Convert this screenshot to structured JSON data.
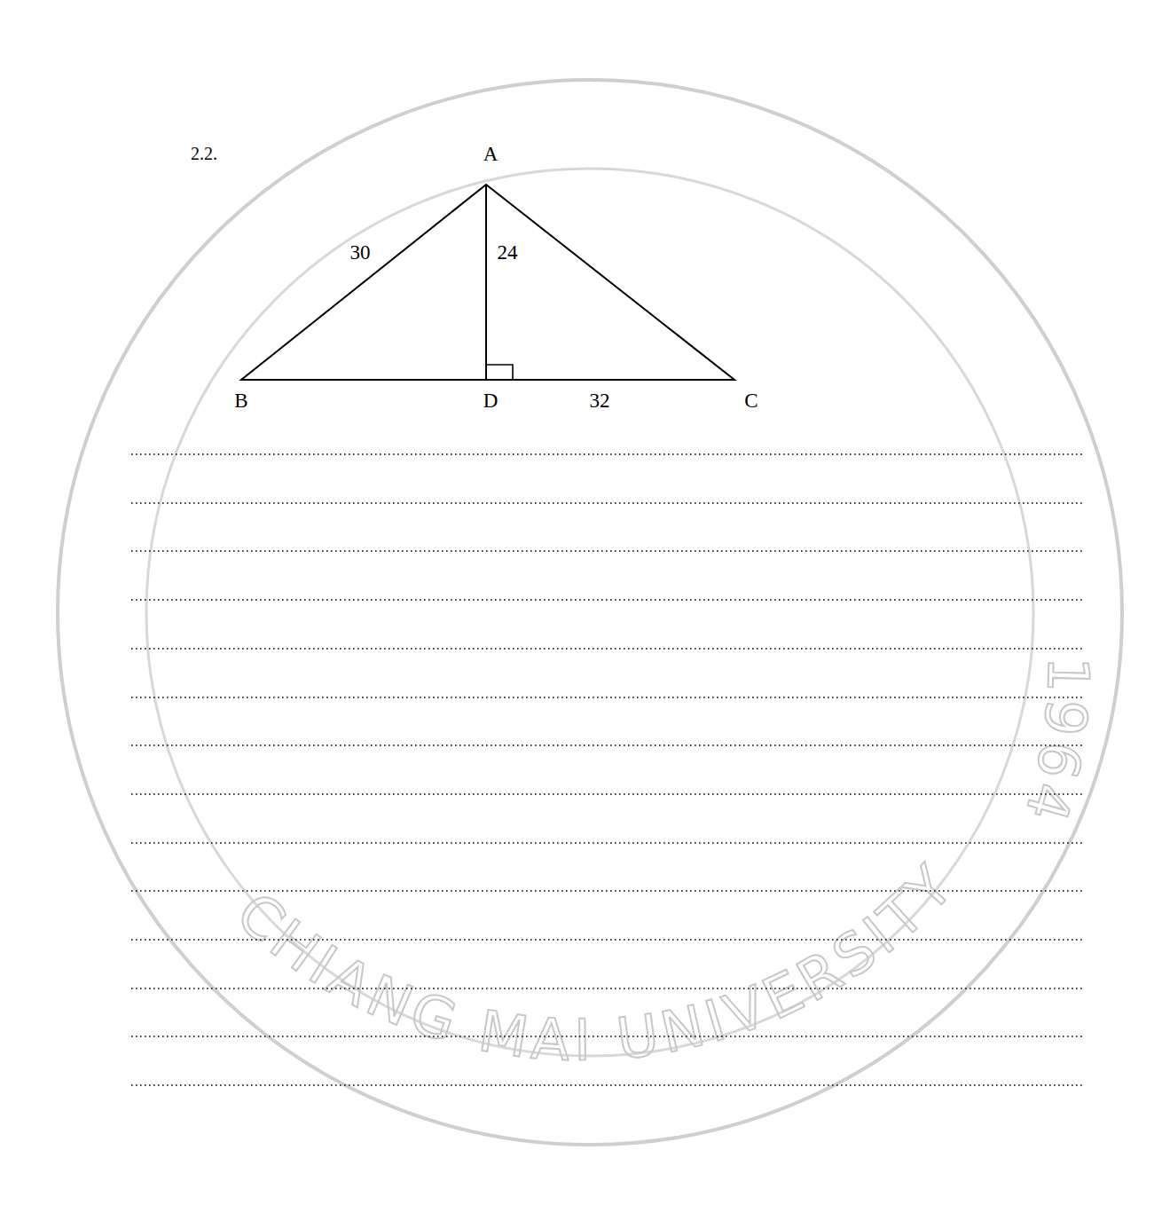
{
  "diagram": {
    "labels": [
      "2.2.",
      "A",
      "B",
      "C",
      "D",
      "30",
      "24",
      "32",
      "CHIANG MAI UNIVERSITY",
      "1964"
    ]
  }
}
